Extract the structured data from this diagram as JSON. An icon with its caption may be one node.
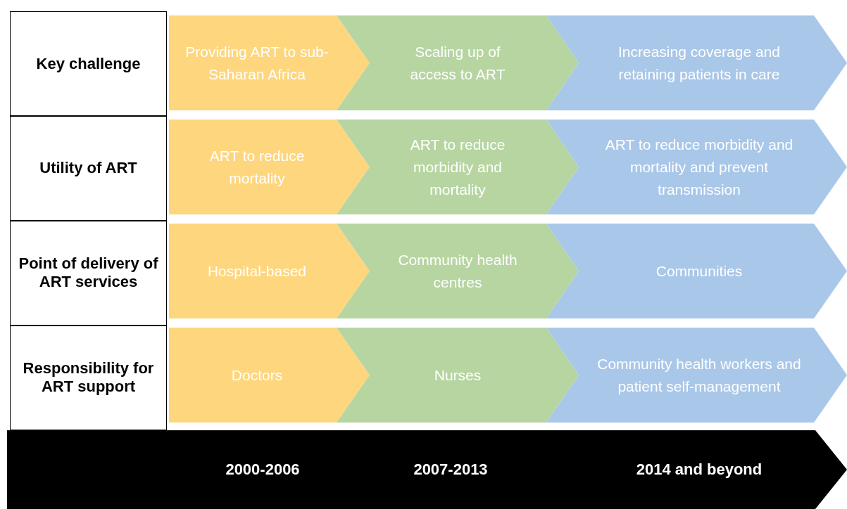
{
  "diagram": {
    "nodes": [
      {
        "text": [
          "Key challenge"
        ]
      },
      {
        "text": [
          "Utility of ART"
        ]
      },
      {
        "text": [
          "Point of delivery of ART services"
        ]
      },
      {
        "text": [
          "Responsibility for ART support"
        ]
      },
      {
        "text": [
          "Providing ART to sub-Saharan Africa"
        ]
      },
      {
        "text": [
          "Scaling up of access to ART"
        ]
      },
      {
        "text": [
          "Increasing coverage and retaining patients in care"
        ]
      },
      {
        "text": [
          "ART to reduce mortality"
        ]
      },
      {
        "text": [
          "ART to reduce morbidity and mortality"
        ]
      },
      {
        "text": [
          "ART to reduce morbidity and mortality and prevent transmission"
        ]
      },
      {
        "text": [
          "Hospital-based"
        ]
      },
      {
        "text": [
          "Community health centres"
        ]
      },
      {
        "text": [
          "Communities"
        ]
      },
      {
        "text": [
          "Doctors"
        ]
      },
      {
        "text": [
          "Nurses"
        ]
      },
      {
        "text": [
          "Community health workers and patient self-management"
        ]
      },
      {
        "text": [
          "2000-2006",
          "2007-2013",
          "2014 and beyond"
        ]
      }
    ]
  }
}
